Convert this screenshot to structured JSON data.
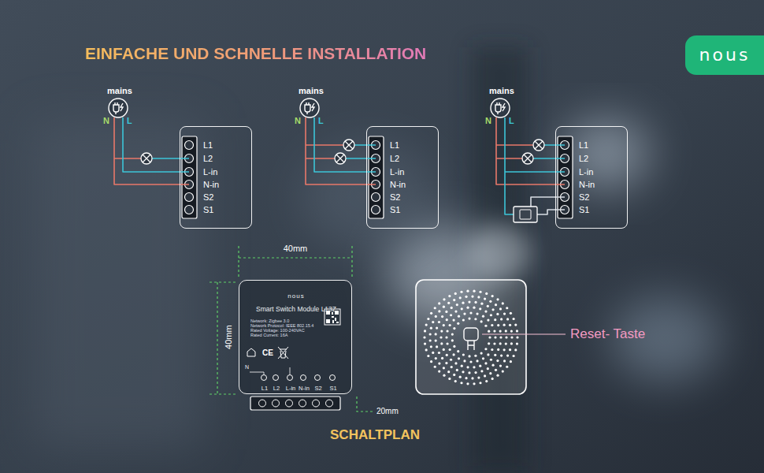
{
  "diagram": {
    "title": "EINFACHE UND SCHNELLE INSTALLATION",
    "caption": "SCHALTPLAN",
    "nodes": [
      {
        "text": [
          "nous"
        ]
      },
      {
        "text": [
          "L1",
          "L2",
          "L-in",
          "N-in",
          "S2",
          "S1"
        ]
      },
      {
        "text": [
          "L1",
          "L2",
          "L-in",
          "N-in",
          "S2",
          "S1"
        ]
      },
      {
        "text": [
          "L1",
          "L2",
          "L-in",
          "N-in",
          "S2",
          "S1"
        ]
      },
      {
        "text": [
          "nous",
          "Smart Switch Module L13Z",
          "Network: Zigbee 3.0",
          "Network Protocol: IEEE 802.15.4",
          "Rated Voltage: 100-240VAC",
          "Rated Current: 16A",
          "CE",
          "N",
          "L1",
          "L2",
          "L-in",
          "N-in",
          "S2",
          "S1"
        ]
      }
    ],
    "labels": [
      "mains",
      "N",
      "L",
      "mains",
      "N",
      "L",
      "mains",
      "N",
      "L",
      "40mm",
      "40mm",
      "20mm",
      "Reset- Taste"
    ]
  }
}
